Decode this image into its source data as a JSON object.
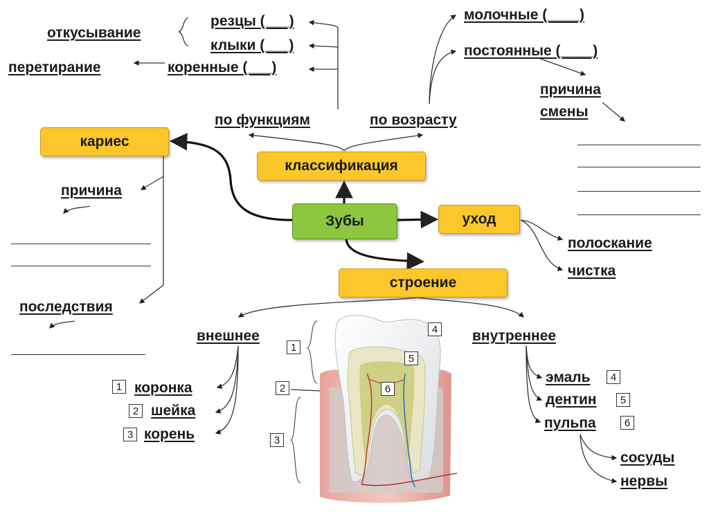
{
  "center": "Зубы",
  "boxes": {
    "caries": "кариес",
    "classification": "классификация",
    "care": "уход",
    "structure": "строение"
  },
  "classification": {
    "by_function": "по функциям",
    "by_age": "по возрасту",
    "incisors": "резцы (___)",
    "canines": "клыки (___)",
    "molars": "коренные (___)",
    "biting": "откусывание",
    "grinding": "перетирание",
    "milk": "молочные (____)",
    "permanent": "постоянные (____)",
    "change_reason_1": "причина",
    "change_reason_2": "смены"
  },
  "caries": {
    "cause": "причина",
    "consequences": "последствия"
  },
  "care": {
    "rinsing": "полоскание",
    "cleaning": "чистка"
  },
  "structure": {
    "external": "внешнее",
    "internal": "внутреннее",
    "crown": "коронка",
    "neck": "шейка",
    "root": "корень",
    "enamel": "эмаль",
    "dentin": "дентин",
    "pulp": "пульпа",
    "vessels": "сосуды",
    "nerves": "нервы",
    "n1": "1",
    "n2": "2",
    "n3": "3",
    "n4": "4",
    "n5": "5",
    "n6": "6"
  },
  "colors": {
    "box_yellow": "#fcc72b",
    "box_green": "#8dc63f",
    "gum": "#e8a9a0",
    "bone": "#c9c9c9",
    "dentin": "#e8e4c0",
    "pulp": "#c8c878"
  }
}
